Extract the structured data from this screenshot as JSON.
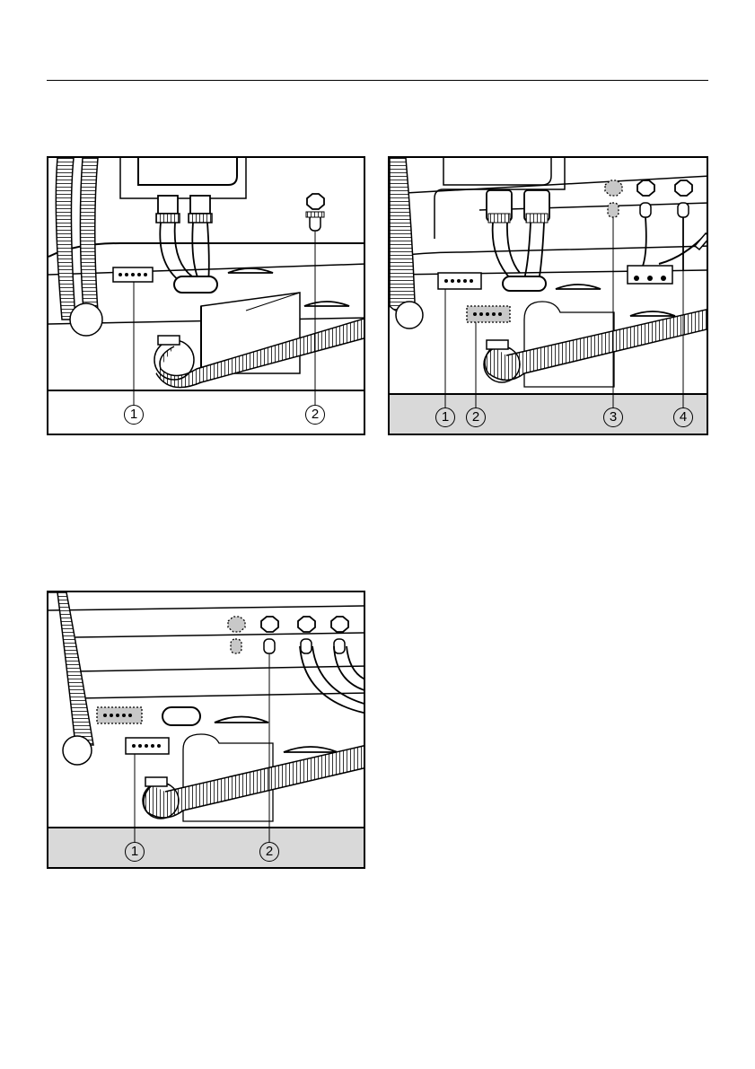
{
  "figures": [
    {
      "id": "figure-1",
      "callouts": [
        "1",
        "2"
      ]
    },
    {
      "id": "figure-2",
      "callouts": [
        "1",
        "2",
        "3",
        "4"
      ]
    },
    {
      "id": "figure-3",
      "callouts": [
        "1",
        "2"
      ]
    }
  ],
  "colors": {
    "line": "#000000",
    "caption_band_shaded": "#d9d9d9",
    "caption_band_plain": "#ffffff",
    "dotted_fill": "#c8c8c8"
  }
}
